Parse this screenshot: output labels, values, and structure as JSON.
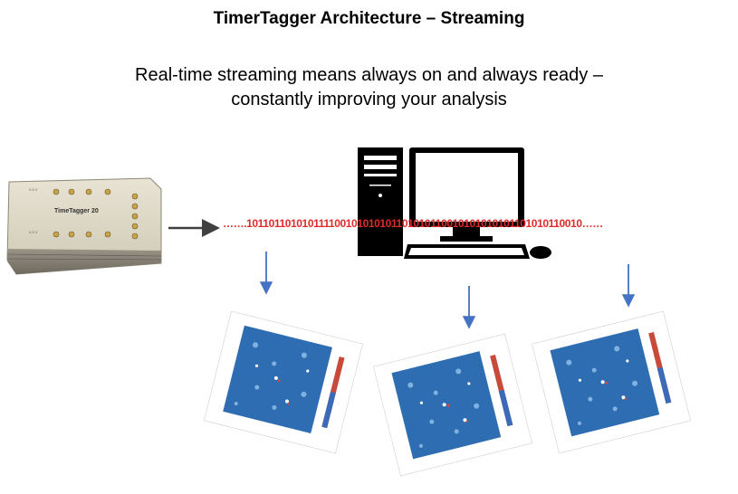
{
  "title": "TimerTagger Architecture – Streaming",
  "subtitle": {
    "line1": "Real-time streaming means always on and always ready –",
    "line2": "constantly improving your analysis"
  },
  "device": {
    "label": "TimeTagger 20"
  },
  "data_stream": "…….101101101010111100101010101101010110010101010101101010110010……",
  "colors": {
    "stream": "#e02a2a",
    "arrow_dark": "#404040",
    "arrow_blue": "#4472c4",
    "plot_bg": "#2f6db2"
  }
}
